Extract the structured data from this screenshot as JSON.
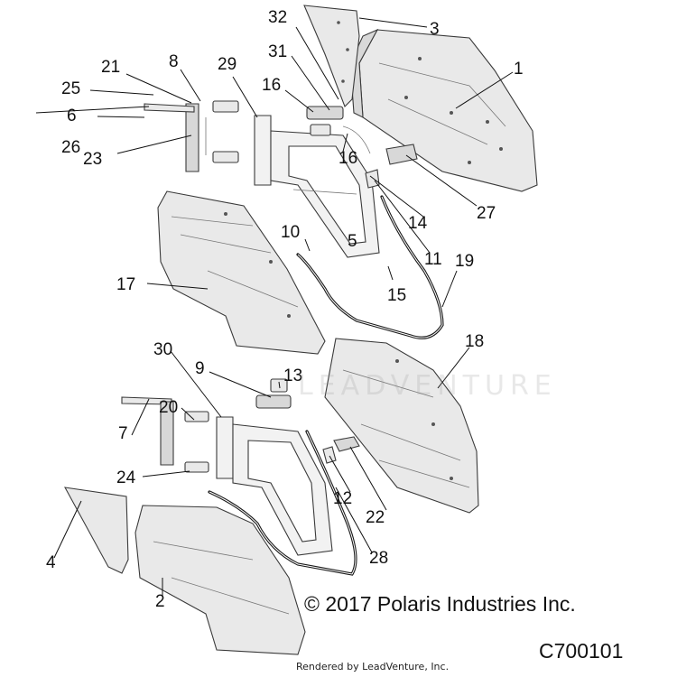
{
  "callouts": [
    "1",
    "2",
    "3",
    "4",
    "5",
    "6",
    "7",
    "8",
    "9",
    "10",
    "11",
    "12",
    "13",
    "14",
    "15",
    "16",
    "16",
    "17",
    "18",
    "19",
    "20",
    "21",
    "22",
    "23",
    "24",
    "25",
    "26",
    "27",
    "28",
    "29",
    "30",
    "31",
    "32"
  ],
  "copyright": "© 2017 Polaris Industries Inc.",
  "drawing_code": "C700101",
  "rendered_by": "Rendered by LeadVenture, Inc.",
  "watermark": "LEADVENTURE"
}
